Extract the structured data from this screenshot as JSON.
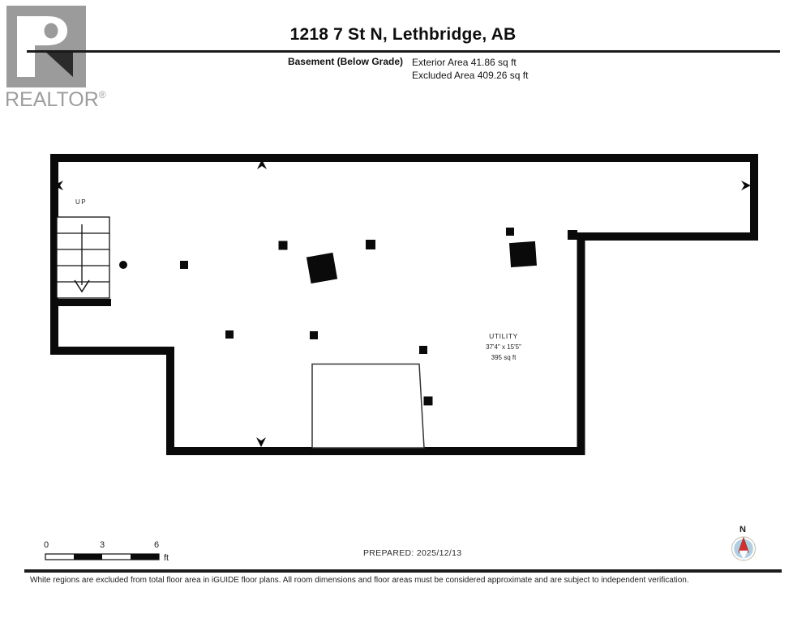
{
  "header": {
    "logo_text": "REALTOR",
    "logo_reg": "®",
    "title": "1218 7 St N, Lethbridge, AB",
    "floor_label": "Basement (Below Grade)",
    "exterior_area": "Exterior Area 41.86 sq ft",
    "excluded_area": "Excluded Area 409.26 sq ft"
  },
  "floorplan": {
    "stairs_up_label": "UP",
    "utility_room": {
      "name": "UTILITY",
      "dimensions": "37'4\" x 15'5\"",
      "area": "395 sq ft"
    }
  },
  "scale_bar": {
    "tick_0": "0",
    "tick_3": "3",
    "tick_6": "6",
    "unit": "ft"
  },
  "compass": {
    "north_label": "N"
  },
  "footer": {
    "prepared_label": "PREPARED: 2025/12/13",
    "disclaimer": "White regions are excluded from total floor area in iGUIDE floor plans. All room dimensions and floor areas must be considered approximate and are subject to independent verification."
  },
  "colors": {
    "wall_black": "#0a0a0a",
    "logo_gray": "#9b9b9b",
    "compass_blue": "#aecfe3",
    "compass_red": "#d32f2f"
  }
}
